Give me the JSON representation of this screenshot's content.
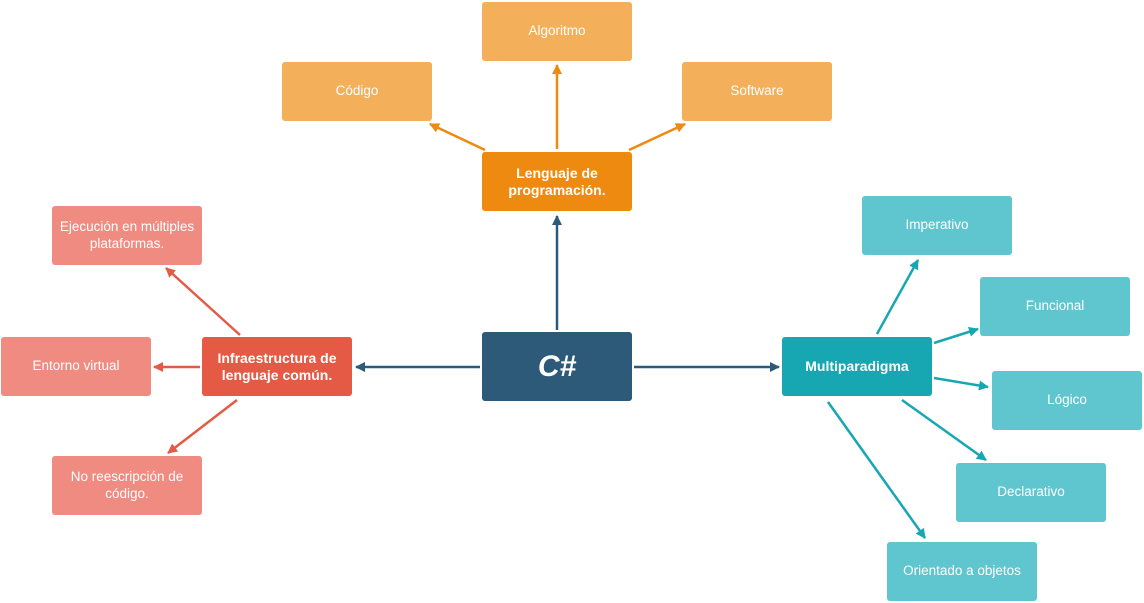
{
  "colors": {
    "center": "#2d5a78",
    "orange_dark": "#ee8a10",
    "orange_light": "#f4af5a",
    "red_dark": "#e55a44",
    "red_light": "#ef8b80",
    "teal_dark": "#17a7b3",
    "teal_light": "#5fc6cf",
    "edge_center": "#2d5a78",
    "edge_orange": "#ee8a10",
    "edge_red": "#e55a44",
    "edge_teal": "#17a7b3"
  },
  "nodes": {
    "center": "C#",
    "lenguaje": "Lenguaje de programación.",
    "algoritmo": "Algoritmo",
    "codigo": "Código",
    "software": "Software",
    "infraestructura": "Infraestructura de lenguaje común.",
    "ejecucion": "Ejecución en múltiples plataformas.",
    "entorno": "Entorno virtual",
    "noreescripcion": "No reescripción de código.",
    "multiparadigma": "Multiparadigma",
    "imperativo": "Imperativo",
    "funcional": "Funcional",
    "logico": "Lógico",
    "declarativo": "Declarativo",
    "orientado": "Orientado a objetos"
  }
}
